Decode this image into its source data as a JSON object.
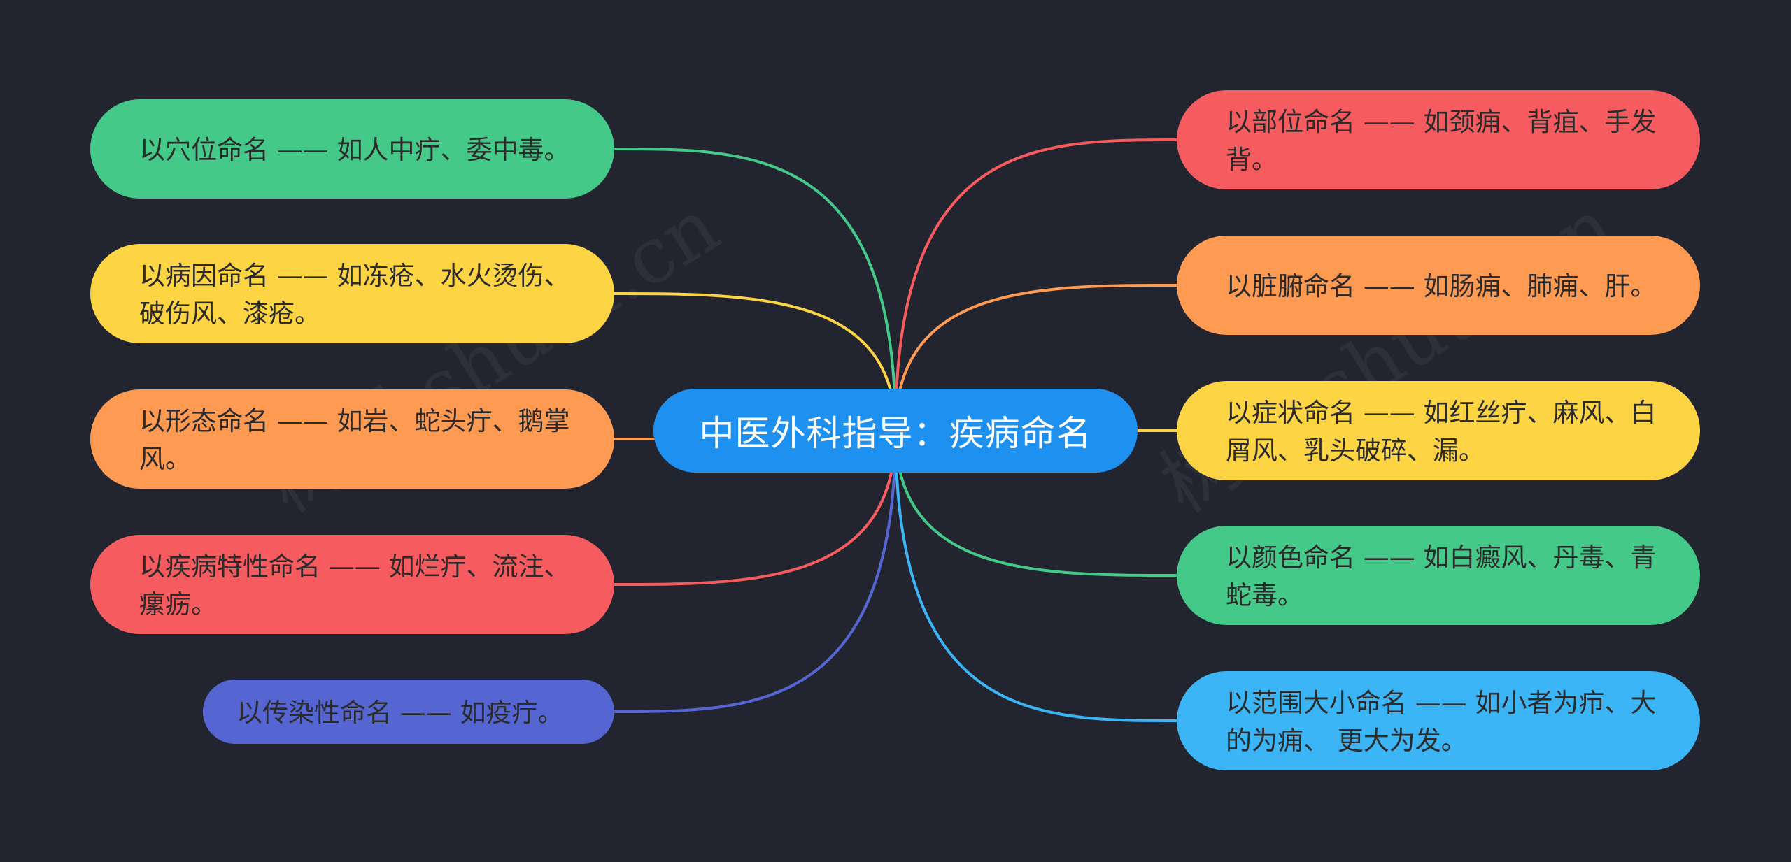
{
  "root": {
    "label": "中医外科指导：疾病命名",
    "color": "#1e90ef"
  },
  "left_nodes": [
    {
      "label": "以穴位命名 —— 如人中疔、委中毒。",
      "color": "#45c989"
    },
    {
      "label": "以病因命名 —— 如冻疮、水火烫伤、破伤风、漆疮。",
      "color": "#fdd443"
    },
    {
      "label": "以形态命名 —— 如岩、蛇头疔、鹅掌风。",
      "color": "#ff9a52"
    },
    {
      "label": "以疾病特性命名 —— 如烂疔、流注、瘰疬。",
      "color": "#f65b5f"
    },
    {
      "label": "以传染性命名 —— 如疫疔。",
      "color": "#5566d3"
    }
  ],
  "right_nodes": [
    {
      "label": "以部位命名 —— 如颈痈、背疽、手发背。",
      "color": "#f65b5f"
    },
    {
      "label": "以脏腑命名 —— 如肠痈、肺痈、肝。",
      "color": "#ff9a52"
    },
    {
      "label": "以症状命名 —— 如红丝疔、麻风、白屑风、乳头破碎、漏。",
      "color": "#fdd443"
    },
    {
      "label": "以颜色命名 —— 如白癜风、丹毒、青蛇毒。",
      "color": "#45c989"
    },
    {
      "label": "以范围大小命名 —— 如小者为疖、大的为痈、 更大为发。",
      "color": "#3bb5f5"
    }
  ],
  "watermark": "树图 shutu.cn"
}
